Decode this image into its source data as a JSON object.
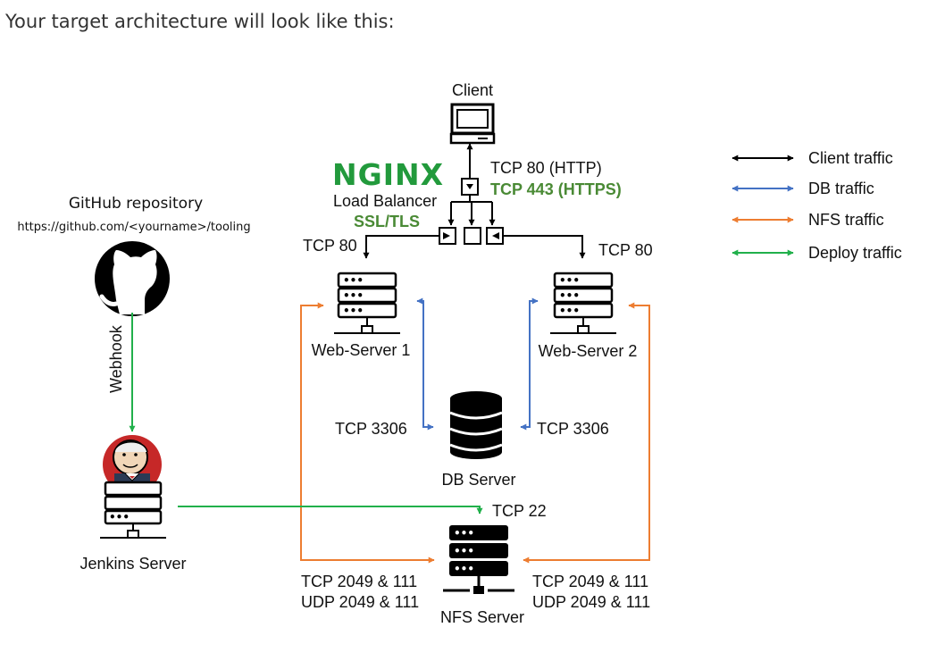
{
  "intro": "Your target architecture will look like this:",
  "nodes": {
    "client": "Client",
    "nginx_logo": "NGINX",
    "load_balancer": "Load Balancer",
    "ssl": "SSL/TLS",
    "web1": "Web-Server 1",
    "web2": "Web-Server 2",
    "db": "DB Server",
    "nfs": "NFS Server",
    "jenkins": "Jenkins Server",
    "github_title": "GitHub repository",
    "github_url": "https://github.com/<yourname>/tooling"
  },
  "edges": {
    "tcp80_http": "TCP 80 (HTTP)",
    "tcp443": "TCP 443 (HTTPS)",
    "tcp80_left": "TCP 80",
    "tcp80_right": "TCP 80",
    "tcp3306_left": "TCP 3306",
    "tcp3306_right": "TCP 3306",
    "tcp22": "TCP 22",
    "nfs_left_tcp": "TCP 2049 & 111",
    "nfs_left_udp": "UDP 2049 & 111",
    "nfs_right_tcp": "TCP 2049 & 111",
    "nfs_right_udp": "UDP 2049 & 111",
    "webhook": "Webhook"
  },
  "legend": [
    {
      "label": "Client traffic",
      "color": "#000000"
    },
    {
      "label": "DB traffic",
      "color": "#4472c4"
    },
    {
      "label": "NFS traffic",
      "color": "#ed7d31"
    },
    {
      "label": "Deploy traffic",
      "color": "#21b04b"
    }
  ]
}
